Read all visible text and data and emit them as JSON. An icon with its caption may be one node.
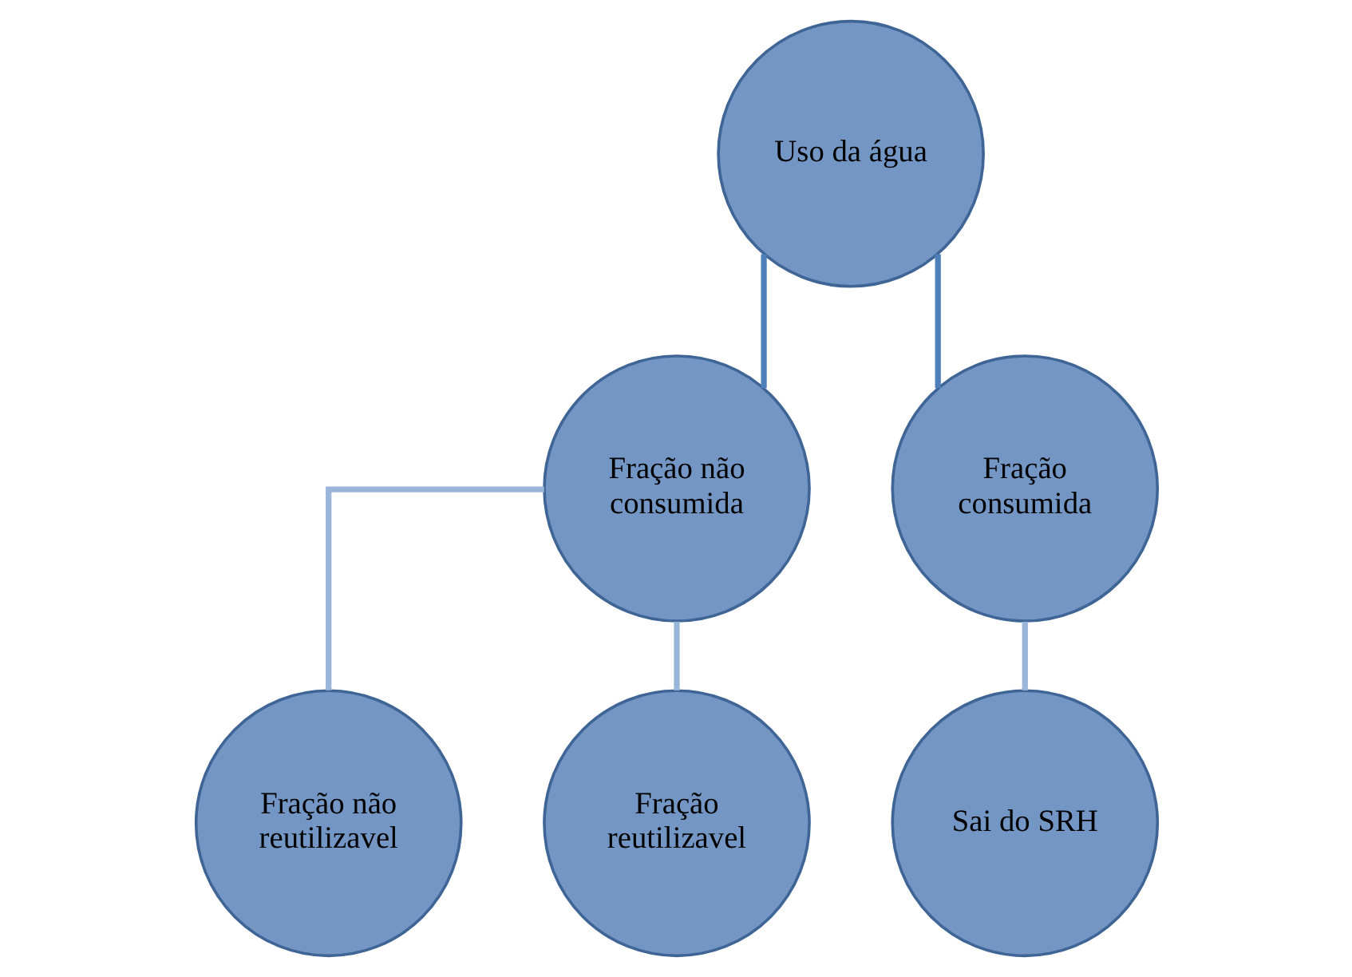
{
  "diagram": {
    "nodes": [
      {
        "text": [
          "Uso da água"
        ]
      },
      {
        "text": [
          "Fração não consumida"
        ]
      },
      {
        "text": [
          "Fração consumida"
        ]
      },
      {
        "text": [
          "Fração não reutilizavel"
        ]
      },
      {
        "text": [
          "Fração reutilizavel"
        ]
      },
      {
        "text": [
          "Sai do SRH"
        ]
      }
    ],
    "edges": [
      {
        "from": 0,
        "to": 1,
        "arrow": "none",
        "color": "#4f7fb8"
      },
      {
        "from": 0,
        "to": 2,
        "arrow": "none",
        "color": "#4f7fb8"
      },
      {
        "from": 1,
        "to": 3,
        "arrow": "none"
      },
      {
        "from": 1,
        "to": 4,
        "arrow": "none"
      },
      {
        "from": 2,
        "to": 5,
        "arrow": "none"
      }
    ]
  }
}
